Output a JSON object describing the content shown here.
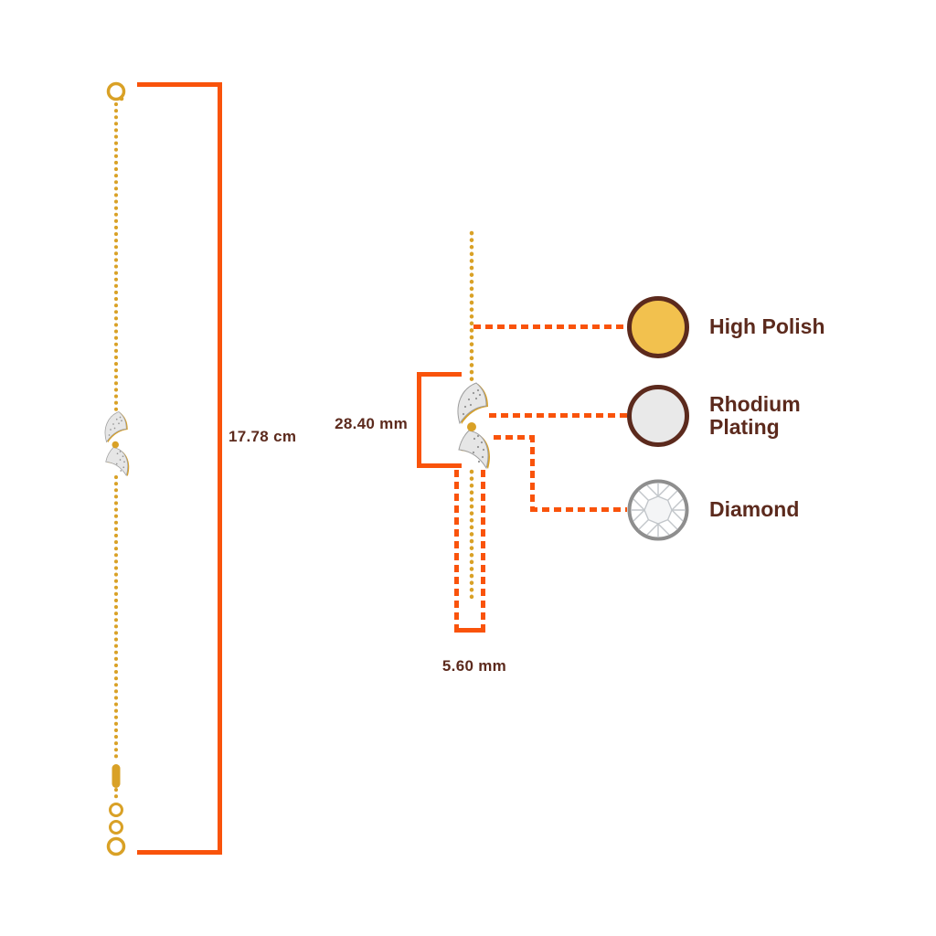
{
  "diagram": {
    "measurements": {
      "total_length": "17.78 cm",
      "pendant_height": "28.40 mm",
      "pendant_width": "5.60 mm"
    },
    "legend": {
      "items": [
        {
          "id": "high-polish",
          "label": "High Polish",
          "swatch": "gold-polished-circle"
        },
        {
          "id": "rhodium-plating",
          "label": "Rhodium Plating",
          "swatch": "rhodium-circle"
        },
        {
          "id": "diamond",
          "label": "Diamond",
          "swatch": "round-diamond"
        }
      ]
    },
    "colors": {
      "accent_orange": "#F9530B",
      "label_brown": "#5C2A1D",
      "gold_chain": "#D9A126",
      "gold_swatch": "#F2C14E",
      "rhodium_swatch": "#E9E9E9"
    }
  }
}
